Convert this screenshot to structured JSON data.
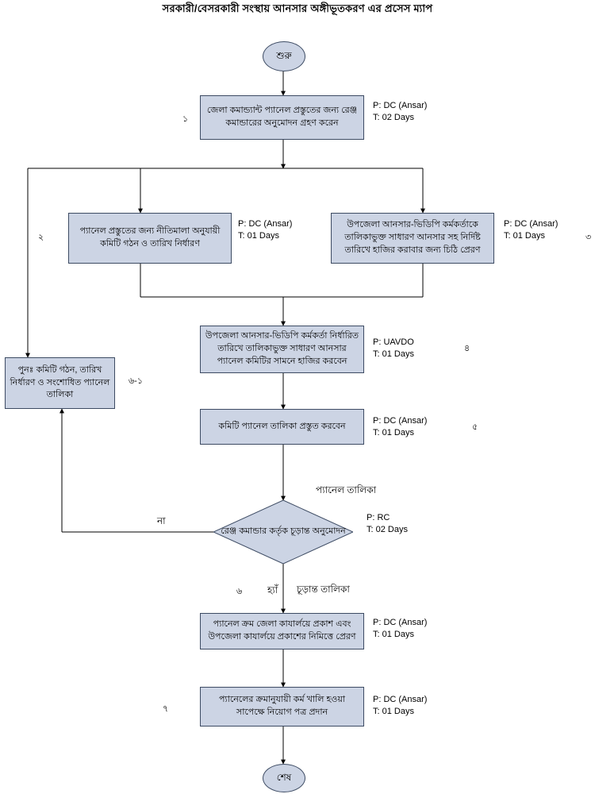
{
  "title": "সরকারী/বেসরকারী সংস্থায় আনসার অঙ্গীভূতকরণ এর প্রসেস ম্যাপ",
  "colors": {
    "node_fill": "#ccd4e4",
    "node_stroke": "#3d4b63",
    "line": "#000000"
  },
  "nodes": {
    "start": {
      "label": "শুরু"
    },
    "end": {
      "label": "শেষ"
    },
    "step1": {
      "label": "জেলা কমান্ড্যান্ট প্যানেল প্রস্তুতের জন্য রেঞ্জ কমান্ডারের অনুমোদন গ্রহণ করেন",
      "p": "P: DC (Ansar)",
      "t": "T: 02 Days",
      "index": "১"
    },
    "step2": {
      "label": "প্যানেল প্রস্তুতের জন্য নীতিমালা অনুযায়ী কমিটি গঠন ও তারিখ নির্ধারণ",
      "p": "P: DC (Ansar)",
      "t": "T: 01 Days",
      "index": "২"
    },
    "step3": {
      "label": "উপজেলা আনসার-ভিডিপি কর্মকর্তাকে তালিকাভুক্ত সাধারণ আনসার সহ নির্দিষ্ট তারিখে হাজির করাবার জন্য চিঠি প্রেরণ",
      "p": "P: DC (Ansar)",
      "t": "T: 01 Days",
      "index": "৩"
    },
    "step4": {
      "label": "উপজেলা আনসার-ভিডিপি কর্মকর্তা নির্ধারিত তারিখে তালিকাভুক্ত সাধারণ আনসার প্যানেল কমিটির সামনে হাজির করবেন",
      "p": "P: UAVDO",
      "t": "T: 01 Days",
      "index": "৪"
    },
    "step5": {
      "label": "কমিটি প্যানেল তালিকা প্রস্তুত করবেন",
      "p": "P: DC (Ansar)",
      "t": "T: 01 Days",
      "index": "৫"
    },
    "rework": {
      "label": "পুনঃ কমিটি গঠন, তারিখ নির্ধারণ ও সংশোধিত প্যানেল তালিকা",
      "index": "৬-১"
    },
    "decision": {
      "label": "রেঞ্জ কমান্ডার কর্তৃক চূড়ান্ত অনুমোদন",
      "p": "P: RC",
      "t": "T: 02 Days",
      "index": "৬",
      "input_label": "প্যানেল তালিকা",
      "yes_label": "হ্যাঁ",
      "no_label": "না",
      "yes_output": "চূড়ান্ত তালিকা"
    },
    "step6": {
      "label": "প্যানেল ক্রম জেলা কাযার্লয়ে প্রকাশ এবং উপজেলা কাযার্লয়ে প্রকাশের নিমিত্তে প্রেরণ",
      "p": "P: DC (Ansar)",
      "t": "T: 01 Days"
    },
    "step7": {
      "label": "প্যানেলের ক্রমানুযায়ী কর্ম খালি হওয়া সাপেক্ষে নিয়োগ পত্র প্রদান",
      "p": "P: DC (Ansar)",
      "t": "T: 01 Days",
      "index": "৭"
    }
  }
}
